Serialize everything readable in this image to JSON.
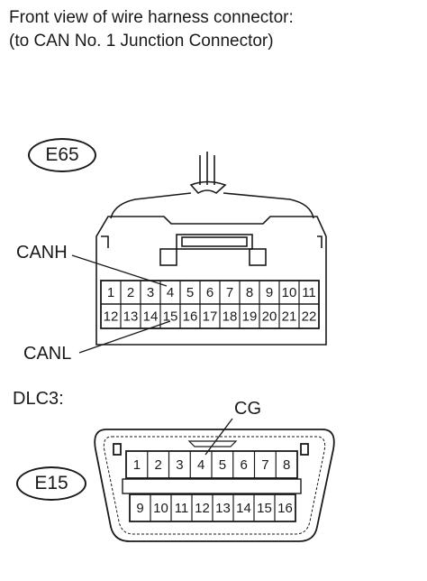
{
  "title_line1": "Front view of wire harness connector:",
  "title_line2": "(to CAN No. 1 Junction Connector)",
  "e65": {
    "badge": "E65",
    "canh_label": "CANH",
    "canl_label": "CANL",
    "row1": [
      "1",
      "2",
      "3",
      "4",
      "5",
      "6",
      "7",
      "8",
      "9",
      "10",
      "11"
    ],
    "row2": [
      "12",
      "13",
      "14",
      "15",
      "16",
      "17",
      "18",
      "19",
      "20",
      "21",
      "22"
    ]
  },
  "dlc3": {
    "label": "DLC3:",
    "badge": "E15",
    "cg_label": "CG",
    "row1": [
      "1",
      "2",
      "3",
      "4",
      "5",
      "6",
      "7",
      "8"
    ],
    "row2": [
      "9",
      "10",
      "11",
      "12",
      "13",
      "14",
      "15",
      "16"
    ]
  }
}
